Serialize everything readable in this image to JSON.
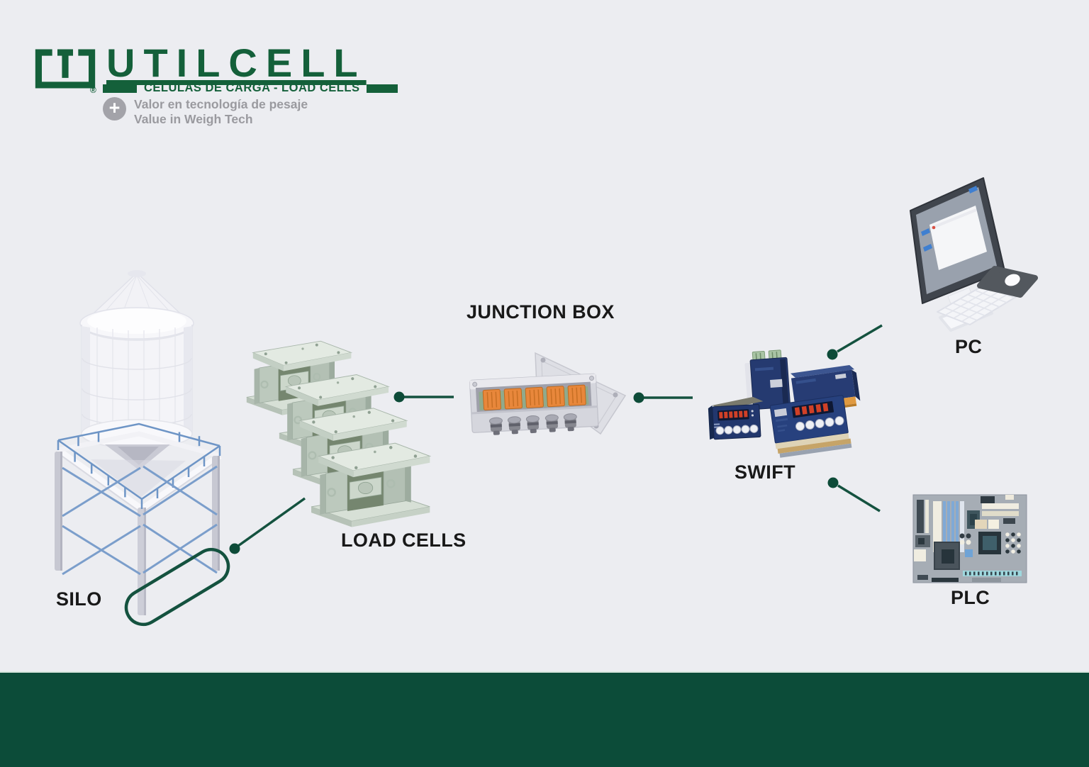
{
  "logo": {
    "brand": "UTILCELL",
    "registered": "®",
    "plus": "+",
    "tagline": "CELULAS DE CARGA - LOAD CELLS",
    "slogan_es": "Valor en tecnología de pesaje",
    "slogan_en": "Value in Weigh Tech"
  },
  "diagram": {
    "labels": {
      "silo": "SILO",
      "load_cells": "LOAD CELLS",
      "junction_box": "JUNCTION BOX",
      "swift": "SWIFT",
      "pc": "PC",
      "plc": "PLC"
    },
    "nodes": [
      "silo",
      "load_cells",
      "junction_box",
      "swift",
      "pc",
      "plc"
    ],
    "connections": [
      {
        "from": "silo",
        "to": "load_cells"
      },
      {
        "from": "load_cells",
        "to": "junction_box"
      },
      {
        "from": "junction_box",
        "to": "swift"
      },
      {
        "from": "swift",
        "to": "pc"
      },
      {
        "from": "swift",
        "to": "plc"
      }
    ]
  },
  "colors": {
    "background": "#ecedf1",
    "footer_bar": "#0c4c39",
    "connector_line": "#14523f",
    "connector_dot": "#0d4b38",
    "brand_green": "#14603a",
    "label_text": "#191919",
    "slogan_gray": "#9a9a9f",
    "terminal_orange": "#e8873b",
    "device_navy": "#27417e",
    "truss_blue": "#7b9ecb"
  }
}
